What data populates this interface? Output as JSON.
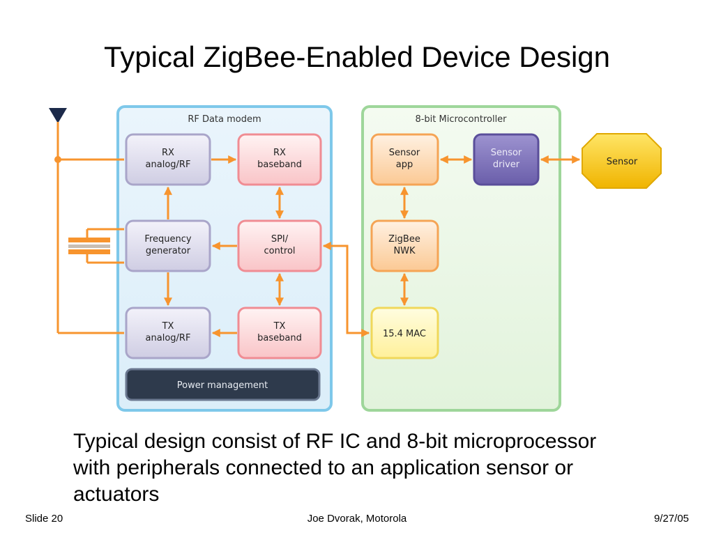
{
  "slide": {
    "title": "Typical ZigBee-Enabled Device Design",
    "body": "Typical design consist of RF IC and 8-bit microprocessor with peripherals connected to an application sensor or actuators",
    "footer_left": "Slide 20",
    "footer_center": "Joe Dvorak, Motorola",
    "footer_right": "9/27/05"
  },
  "diagram": {
    "rf_group_label": "RF Data modem",
    "mcu_group_label": "8-bit Microcontroller",
    "blocks": {
      "rx_analog": [
        "RX",
        "analog/RF"
      ],
      "rx_baseband": [
        "RX",
        "baseband"
      ],
      "freq_gen": [
        "Frequency",
        "generator"
      ],
      "spi_control": [
        "SPI/",
        "control"
      ],
      "tx_analog": [
        "TX",
        "analog/RF"
      ],
      "tx_baseband": [
        "TX",
        "baseband"
      ],
      "power_mgmt": "Power management",
      "sensor_app": [
        "Sensor",
        "app"
      ],
      "sensor_driver": [
        "Sensor",
        "driver"
      ],
      "zigbee_nwk": [
        "ZigBee",
        "NWK"
      ],
      "mac": "15.4 MAC",
      "sensor": "Sensor"
    },
    "icons": [
      "antenna-icon",
      "crystal-icon"
    ],
    "colors": {
      "arrow": "#f7942e",
      "rf_group": "#7ec8ea",
      "mcu_group": "#9ed69a",
      "gray_block": "#d8d6ea",
      "pink_block": "#fbd0d2",
      "orange_block": "#fdd9b5",
      "purple_block": "#7b6fb8",
      "yellow_block": "#fff7b0",
      "sensor": "#f5c400",
      "power": "#2e3a4c"
    }
  }
}
